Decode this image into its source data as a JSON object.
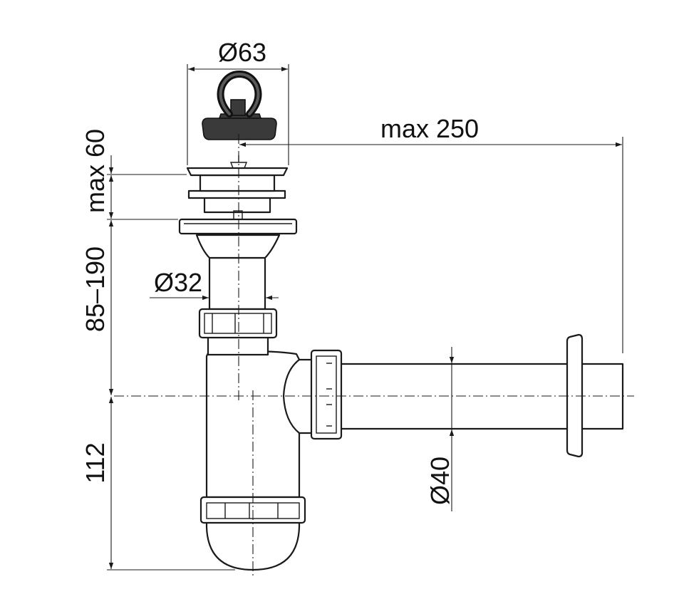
{
  "dimensions": {
    "plug_diameter": "Ø63",
    "outlet_reach": "max 250",
    "waste_height": "max 60",
    "tube_diameter": "Ø32",
    "adjustable_height": "85–190",
    "trap_depth": "112",
    "outlet_diameter": "Ø40"
  },
  "colors": {
    "line": "#1a1a1a",
    "plug": "#3a3a3a",
    "background": "#ffffff"
  }
}
